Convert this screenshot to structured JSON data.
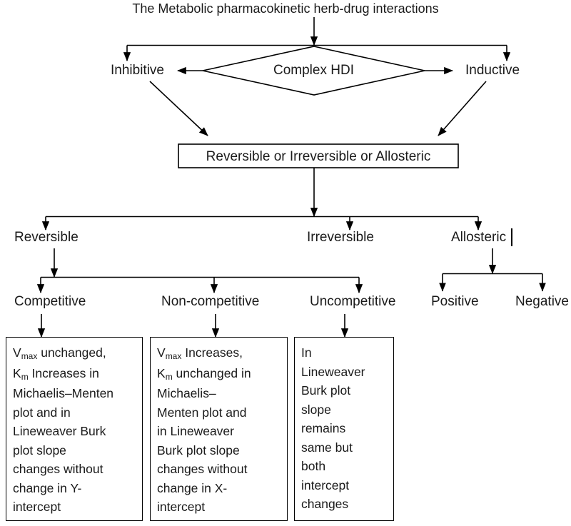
{
  "diagram": {
    "title": "The Metabolic pharmacokinetic herb-drug interactions",
    "decision": {
      "label": "Complex HDI"
    },
    "branches": {
      "left": "Inhibitive",
      "right": "Inductive"
    },
    "process": {
      "label": "Reversible or Irreversible or Allosteric"
    },
    "level3": [
      {
        "label": "Reversible"
      },
      {
        "label": "Irreversible"
      },
      {
        "label": "Allosteric"
      }
    ],
    "level4": [
      {
        "label": "Competitive"
      },
      {
        "label": "Non-competitive"
      },
      {
        "label": "Uncompetitive"
      },
      {
        "label": "Positive"
      },
      {
        "label": "Negative"
      }
    ],
    "detail_boxes": [
      {
        "lines": [
          "Vmax unchanged,",
          "Km Increases in",
          "Michaelis–Menten",
          "plot and in",
          "Lineweaver Burk",
          "plot slope",
          "changes without",
          "change in Y-",
          "intercept"
        ]
      },
      {
        "lines": [
          "Vmax Increases,",
          "Km unchanged in",
          "Michaelis–",
          "Menten plot and",
          "in Lineweaver",
          "Burk plot slope",
          "changes without",
          "change in X-",
          "intercept"
        ]
      },
      {
        "lines": [
          "In",
          "Lineweaver",
          "Burk plot",
          "slope",
          "remains",
          "same but",
          "both",
          "intercept",
          "changes"
        ]
      }
    ],
    "colors": {
      "stroke": "#000000",
      "text": "#1a1a1a",
      "background": "#ffffff"
    }
  }
}
